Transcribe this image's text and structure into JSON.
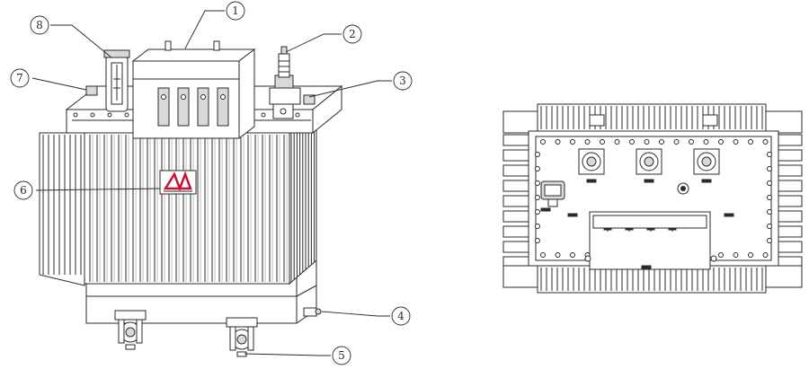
{
  "callouts": [
    {
      "id": "1",
      "label": "①"
    },
    {
      "id": "2",
      "label": "②"
    },
    {
      "id": "3",
      "label": "③"
    },
    {
      "id": "4",
      "label": "④"
    },
    {
      "id": "5",
      "label": "⑤"
    },
    {
      "id": "6",
      "label": "⑥"
    },
    {
      "id": "7",
      "label": "⑦"
    },
    {
      "id": "8",
      "label": "⑧"
    }
  ],
  "colors": {
    "line": "#2a2a2a",
    "fill": "#ffffff",
    "shade": "#d9d9d9",
    "logo_red": "#c8102e"
  }
}
